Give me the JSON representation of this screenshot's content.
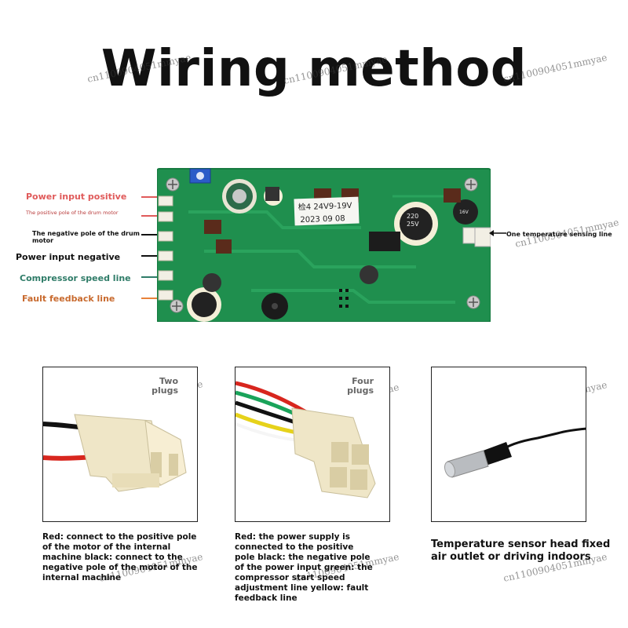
{
  "title": "Wiring method",
  "watermark": "cn1100904051mmyae",
  "board_labels": [
    {
      "text": "Power input positive",
      "color": "#e05a5a"
    },
    {
      "text": "The positive pole of the drum motor",
      "color": "#b83a3a"
    },
    {
      "text": "The negative pole of the drum motor",
      "color": "#111111"
    },
    {
      "text": "Power input negative",
      "color": "#111111"
    },
    {
      "text": "Compressor speed line",
      "color": "#2f7c68"
    },
    {
      "text": "Fault feedback line",
      "color": "#c86a2e"
    }
  ],
  "arrow_colors": [
    "#e05a5a",
    "#e05a5a",
    "#111111",
    "#111111",
    "#2f7c68",
    "#e8823a"
  ],
  "sensor_label": "One temperature sensing line",
  "board_text": {
    "model": "检4 24V9-19V",
    "date": "2023 09 08",
    "cap1": "220",
    "cap2": "25V",
    "cap3": "16V"
  },
  "panels": [
    {
      "note": "Two plugs",
      "caption": "Red: connect to the positive pole of the motor of the internal machine black: connect to the negative pole of the motor of the internal machine"
    },
    {
      "note": "Four plugs",
      "caption": "Red: the power supply is connected to the positive pole black: the negative pole of the power input green: the compressor start speed adjustment line yellow: fault feedback line"
    },
    {
      "note": "",
      "caption": "Temperature sensor head fixed air outlet or driving indoors"
    }
  ]
}
